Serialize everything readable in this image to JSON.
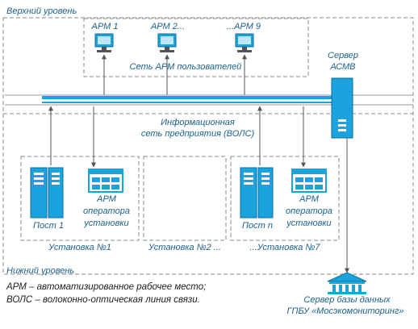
{
  "upper_level": "Верхний уровень",
  "lower_level": "Нижний уровень",
  "workstations": [
    "АРМ 1",
    "АРМ 2...",
    "...АРМ 9"
  ],
  "user_network": "Сеть АРМ пользователей",
  "server": {
    "line1": "Сервер",
    "line2": "АСМВ"
  },
  "backbone": {
    "line1": "Информационная",
    "line2": "сеть предприятия (ВОЛС)"
  },
  "installations": [
    {
      "post": "Пост 1",
      "arm": [
        "АРМ",
        "оператора",
        "установки"
      ],
      "caption": "Установка №1"
    },
    {
      "caption": "Установка №2 ..."
    },
    {
      "post": "Пост n",
      "arm": [
        "АРМ",
        "оператора",
        "установки"
      ],
      "caption": "...Установка №7"
    }
  ],
  "legend": [
    "АРМ – автоматизированное рабочее место;",
    "ВОЛС – волоконно-оптическая линия связи."
  ],
  "database_server": {
    "line1": "Сервер базы данных",
    "line2": "ГПБУ «Мосэкомониторинг»"
  },
  "colors": {
    "accent": "#1aa3dd",
    "text": "#1b5f8c",
    "dark": "#222222",
    "dashed": "#8a8a8a"
  }
}
